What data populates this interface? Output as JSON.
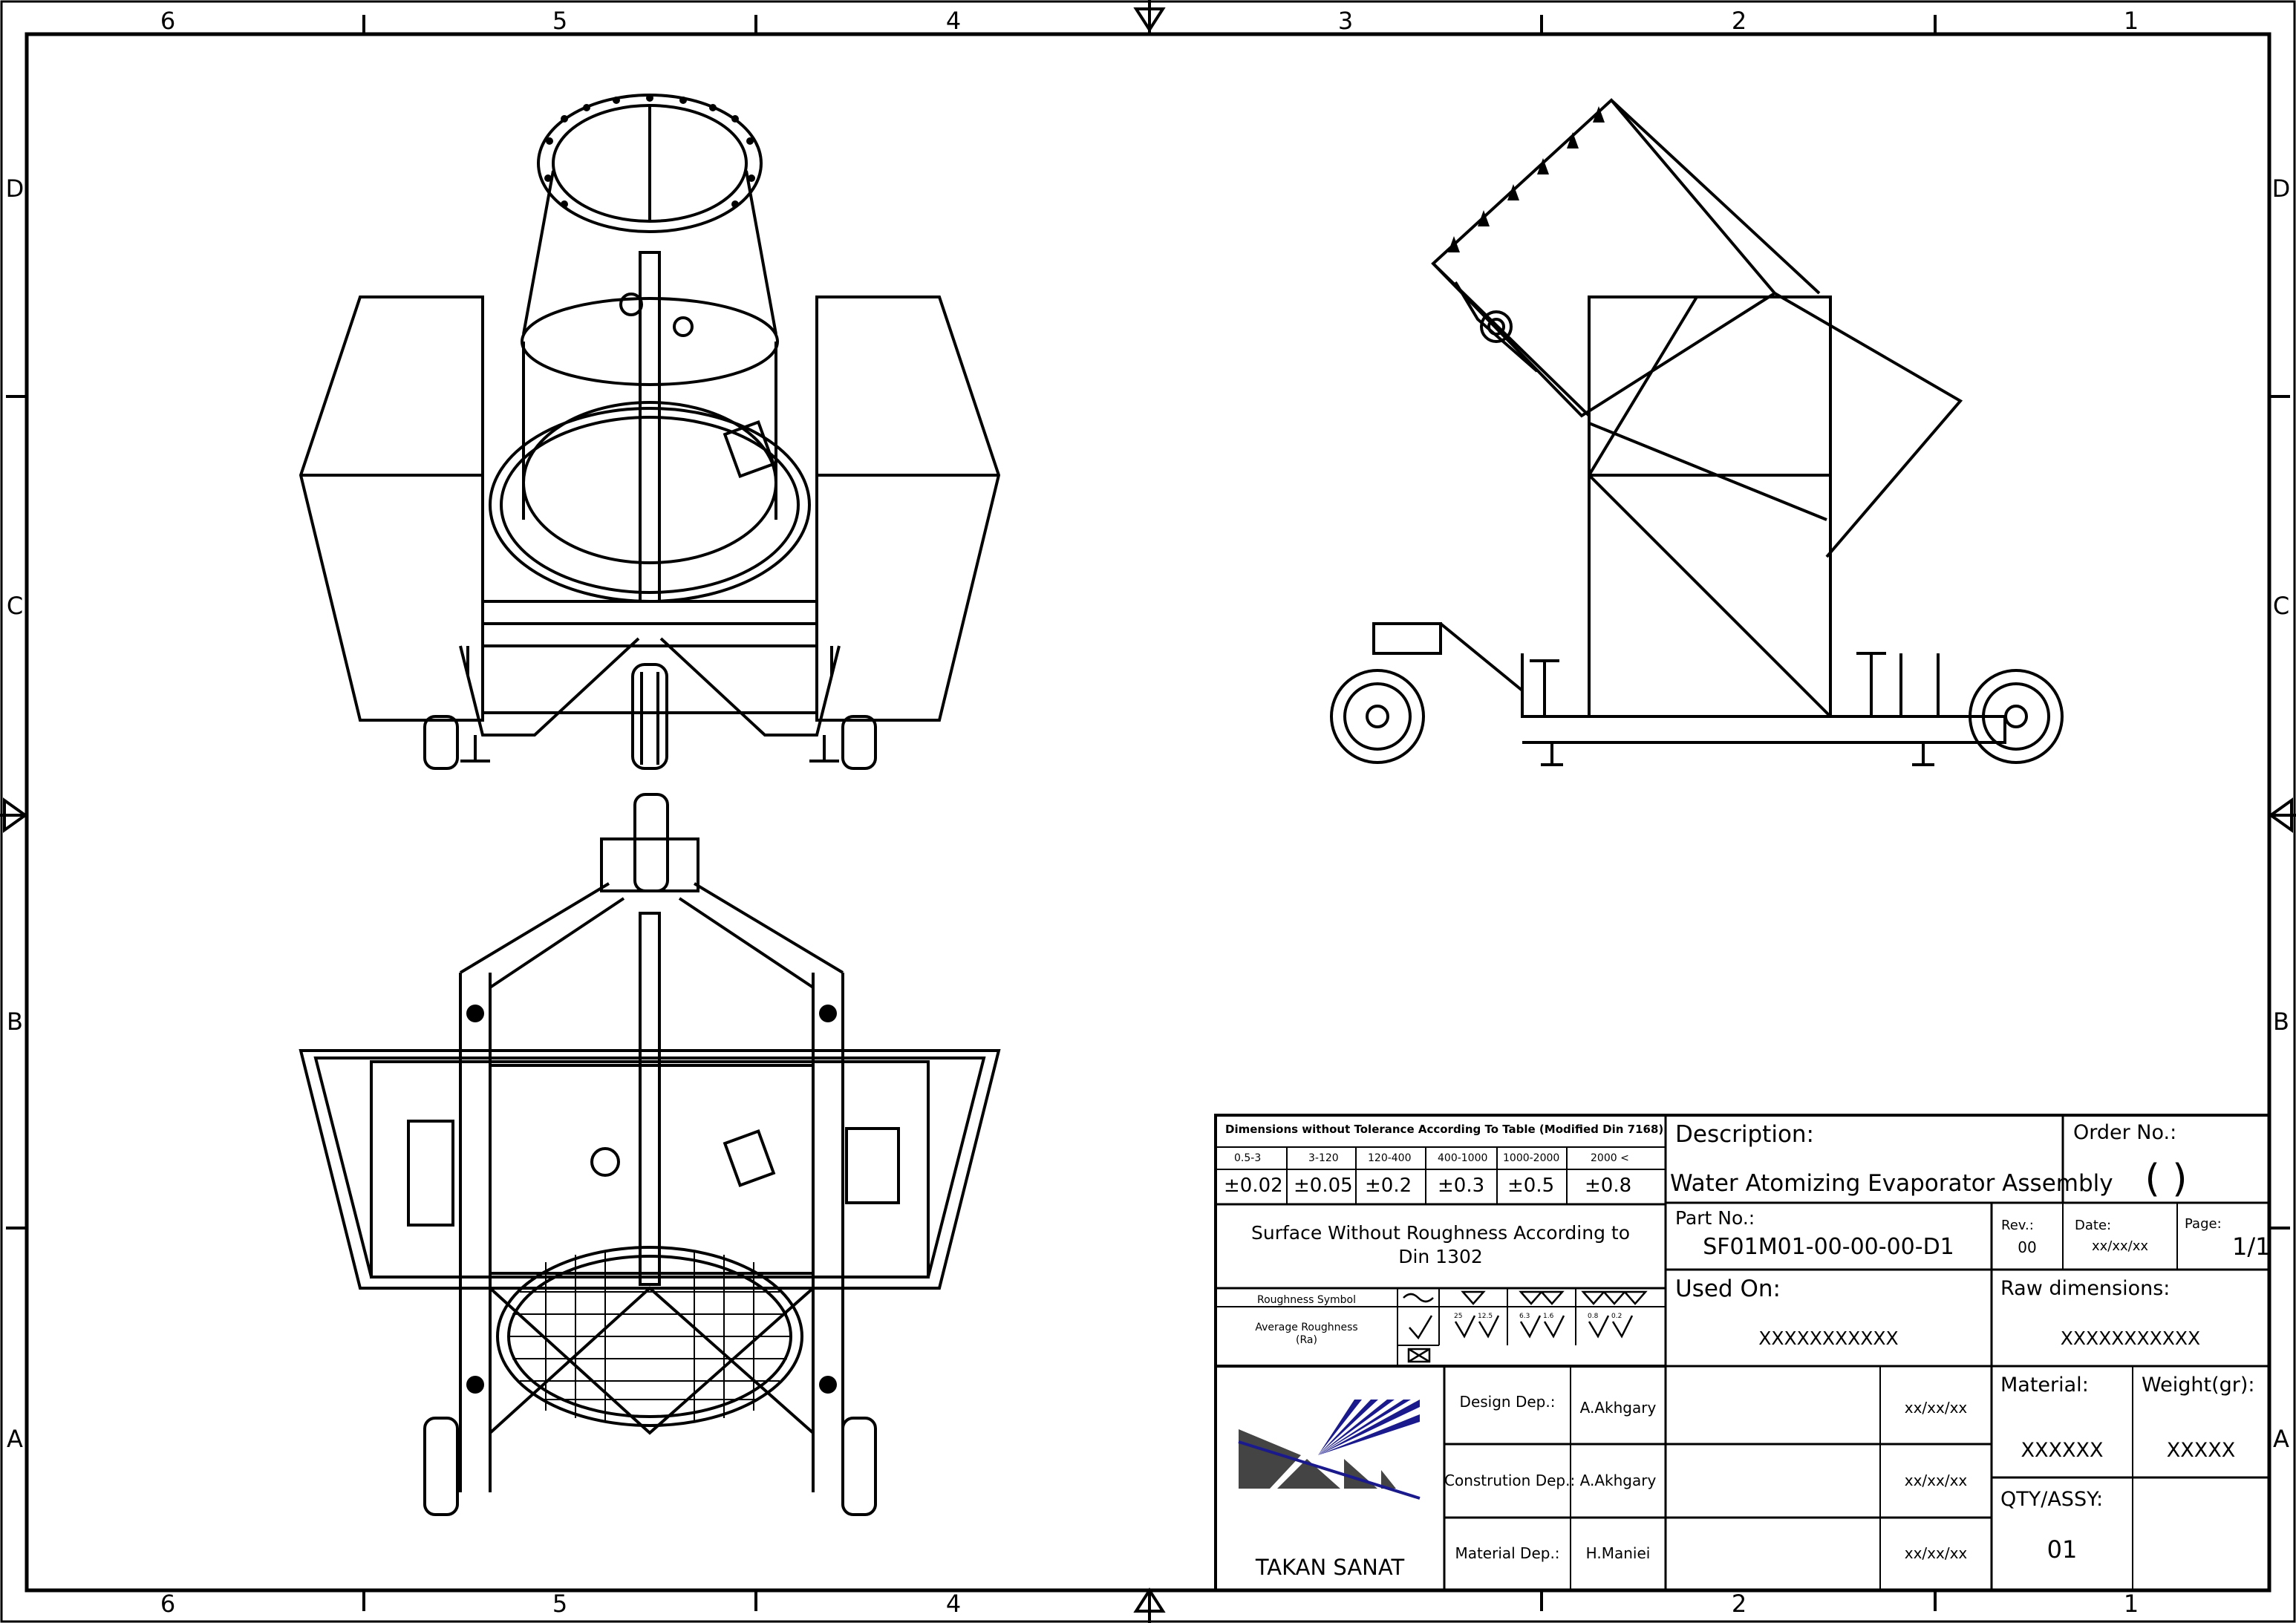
{
  "zones": {
    "columns": [
      "6",
      "5",
      "4",
      "3",
      "2",
      "1"
    ],
    "rows": [
      "D",
      "C",
      "B",
      "A"
    ]
  },
  "tolerance": {
    "title": "Dimensions without Tolerance According To Table (Modified Din 7168)",
    "ranges": [
      "0.5-3",
      "3-120",
      "120-400",
      "400-1000",
      "1000-2000",
      "2000 <"
    ],
    "values": [
      "±0.02",
      "±0.05",
      "±0.2",
      "±0.3",
      "±0.5",
      "±0.8"
    ]
  },
  "surface_note": {
    "line1": "Surface Without Roughness According to",
    "line2": "Din 1302"
  },
  "roughness": {
    "symbol_label": "Roughness Symbol",
    "average_label_line1": "Average Roughness",
    "average_label_line2": "(Ra)",
    "values": [
      "25",
      "12.5",
      "6.3",
      "1.6",
      "0.8",
      "0.2"
    ]
  },
  "company": {
    "name": "TAKAN SANAT",
    "logo": "takan-sanat-logo"
  },
  "departments": [
    {
      "label": "Design Dep.:",
      "person": "A.Akhgary",
      "date": "xx/xx/xx"
    },
    {
      "label": "Constrution Dep.:",
      "person": "A.Akhgary",
      "date": "xx/xx/xx"
    },
    {
      "label": "Material Dep.:",
      "person": "H.Maniei",
      "date": "xx/xx/xx"
    }
  ],
  "description": {
    "label": "Description:",
    "value": "Water Atomizing Evaporator Assembly"
  },
  "order": {
    "label": "Order No.:",
    "value": "(       )"
  },
  "part": {
    "label": "Part No.:",
    "value": "SF01M01-00-00-00-D1"
  },
  "rev": {
    "label": "Rev.:",
    "value": "00"
  },
  "date": {
    "label": "Date:",
    "value": "xx/xx/xx"
  },
  "page": {
    "label": "Page:",
    "value": "1/1"
  },
  "used_on": {
    "label": "Used On:",
    "value": "XXXXXXXXXXX"
  },
  "raw_dimensions": {
    "label": "Raw dimensions:",
    "value": "XXXXXXXXXXX"
  },
  "material": {
    "label": "Material:",
    "value": "XXXXXX"
  },
  "weight": {
    "label": "Weight(gr):",
    "value": "XXXXX"
  },
  "qty": {
    "label": "QTY/ASSY:",
    "value": "01"
  }
}
